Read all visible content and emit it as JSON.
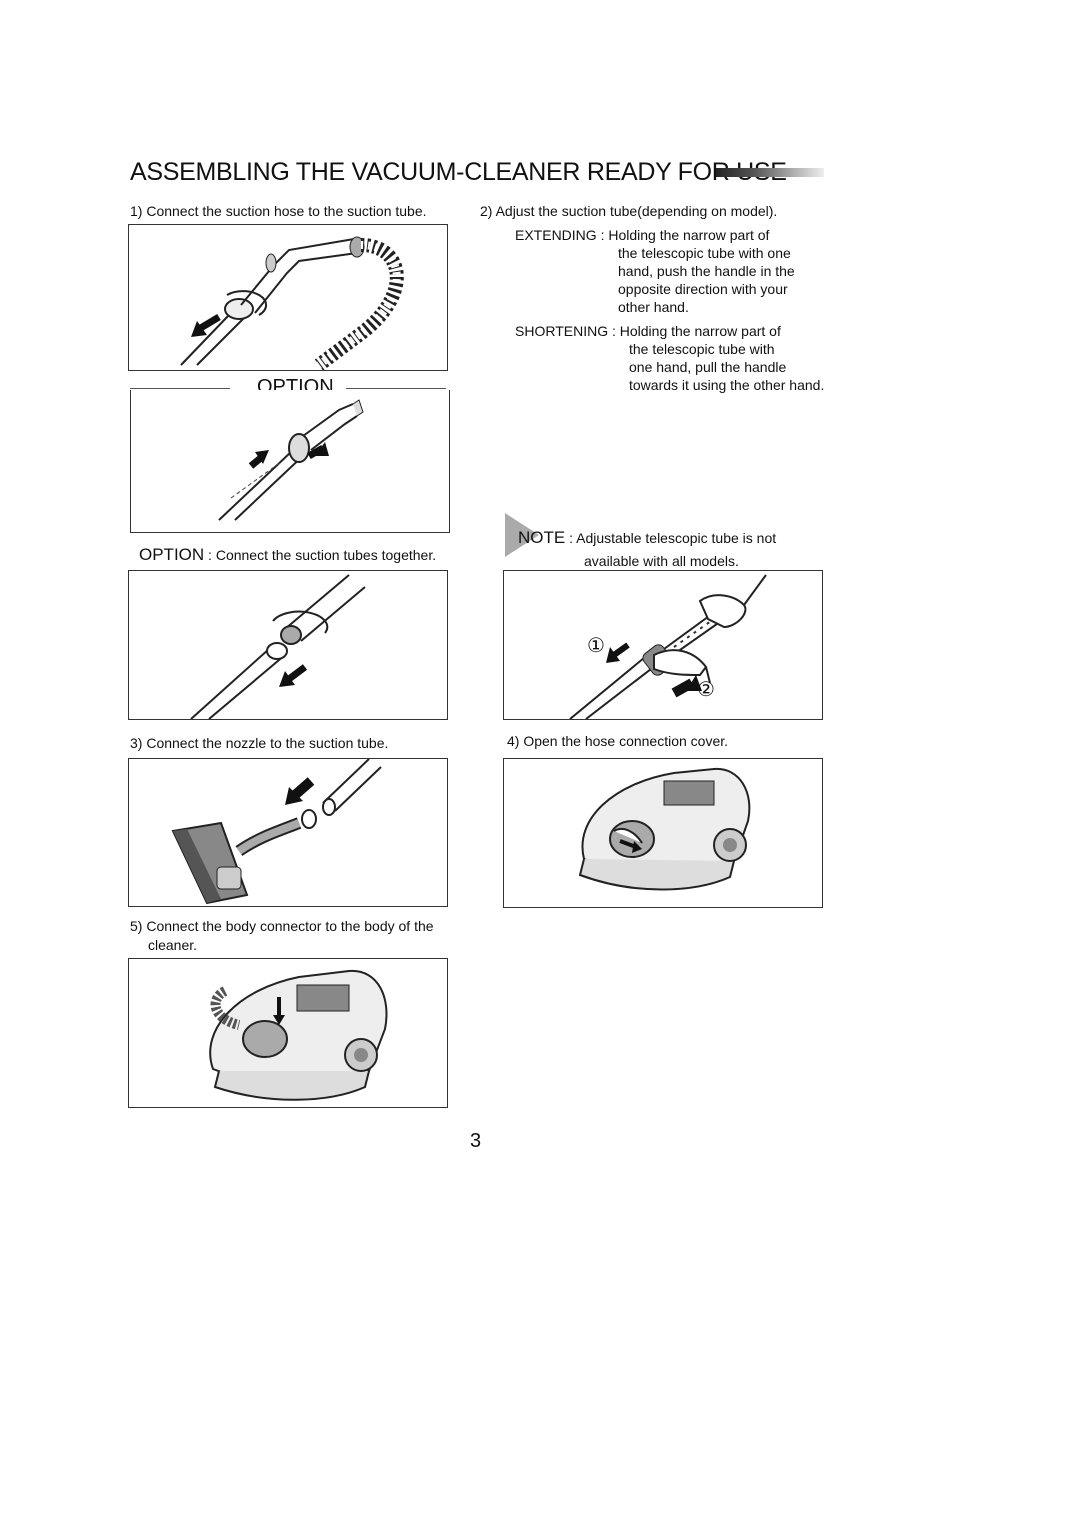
{
  "title": "ASSEMBLING THE VACUUM-CLEANER READY FOR USE",
  "steps": {
    "step1": "1) Connect the suction hose to the suction tube.",
    "step2": "2) Adjust the suction tube(depending on model).",
    "extending_label": "EXTENDING : Holding the narrow part of",
    "extending_lines": [
      "the telescopic tube with one",
      "hand, push the handle in the",
      "opposite direction with your",
      "other hand."
    ],
    "shortening_label": "SHORTENING : Holding the narrow part of",
    "shortening_lines": [
      "the telescopic tube with",
      "one hand, pull the handle",
      "towards it using the other hand."
    ],
    "option_heading": "OPTION",
    "option_caption_prefix": "OPTION",
    "option_caption_text": " : Connect the  suction tubes together.",
    "note_prefix": "NOTE",
    "note_text": " : Adjustable telescopic tube is not",
    "note_line2": "available with all models.",
    "step3": "3) Connect the nozzle to the suction tube.",
    "step4": "4) Open the hose connection cover.",
    "step5_line1": "5) Connect the body connector to the body of the",
    "step5_line2": "cleaner.",
    "marker1": "①",
    "marker2": "②"
  },
  "page_number": "3"
}
